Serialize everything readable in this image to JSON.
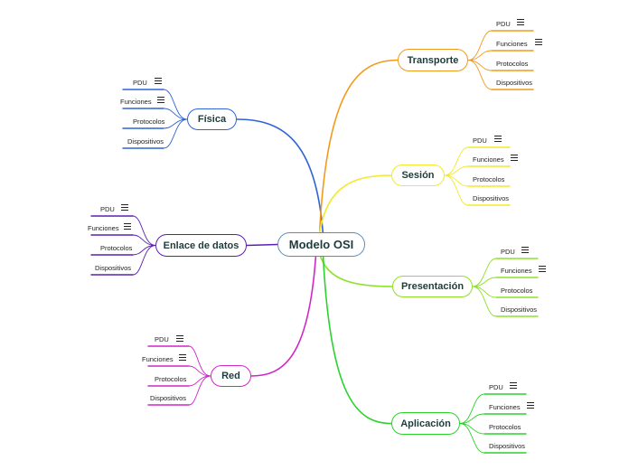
{
  "root": {
    "label": "Modelo OSI",
    "color": "#5b8db8"
  },
  "branches": [
    {
      "id": "fisica",
      "label": "Física",
      "color": "#2f63d6",
      "leaves": [
        "PDU",
        "Funciones",
        "Protocolos",
        "Dispositivos"
      ]
    },
    {
      "id": "enlace",
      "label": "Enlace de datos",
      "color": "#5a20b0",
      "leaves": [
        "PDU",
        "Funciones",
        "Protocolos",
        "Dispositivos"
      ]
    },
    {
      "id": "red",
      "label": "Red",
      "color": "#d026c8",
      "leaves": [
        "PDU",
        "Funciones",
        "Protocolos",
        "Dispositivos"
      ]
    },
    {
      "id": "transporte",
      "label": "Transporte",
      "color": "#f29a1c",
      "leaves": [
        "PDU",
        "Funciones",
        "Protocolos",
        "Dispositivos"
      ]
    },
    {
      "id": "sesion",
      "label": "Sesión",
      "color": "#f2ea2a",
      "leaves": [
        "PDU",
        "Funciones",
        "Protocolos",
        "Dispositivos"
      ]
    },
    {
      "id": "presentacion",
      "label": "Presentación",
      "color": "#8ee02a",
      "leaves": [
        "PDU",
        "Funciones",
        "Protocolos",
        "Dispositivos"
      ]
    },
    {
      "id": "aplicacion",
      "label": "Aplicación",
      "color": "#2bd22b",
      "leaves": [
        "PDU",
        "Funciones",
        "Protocolos",
        "Dispositivos"
      ]
    }
  ],
  "note_icon": "hamburger-menu-icon"
}
